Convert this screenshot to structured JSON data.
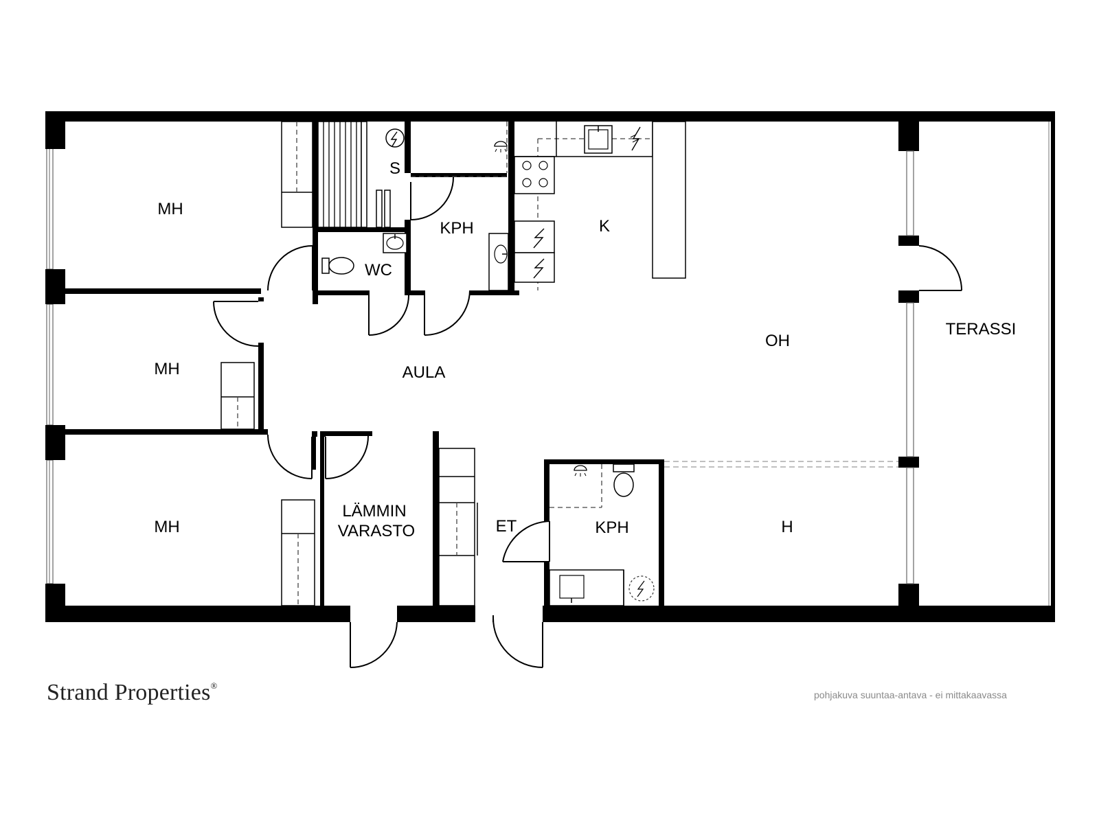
{
  "rooms": {
    "mh1": "MH",
    "mh2": "MH",
    "mh3": "MH",
    "sauna": "S",
    "kph_upper": "KPH",
    "wc": "WC",
    "kitchen": "K",
    "living": "OH",
    "terrace": "TERASSI",
    "hall": "AULA",
    "storage_line1": "LÄMMIN",
    "storage_line2": "VARASTO",
    "entry": "ET",
    "kph_lower": "KPH",
    "bedroom": "H"
  },
  "footer": {
    "brand": "Strand Properties",
    "brand_mark": "®",
    "disclaimer": "pohjakuva suuntaa-antava - ei mittakaavassa"
  }
}
